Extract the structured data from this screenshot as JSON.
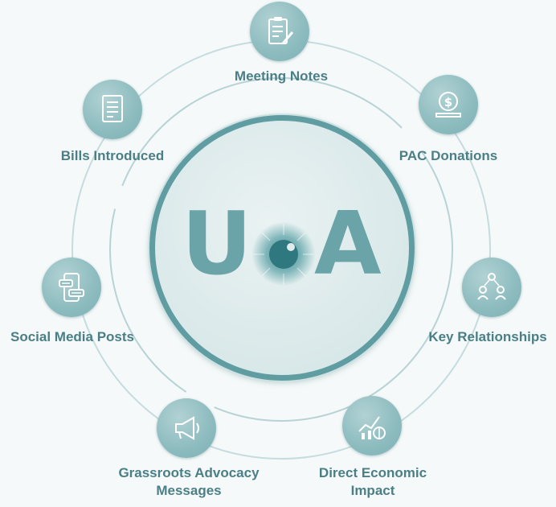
{
  "logo": {
    "letter_left": "U",
    "letter_right": "A",
    "eye_icon": "eye-icon"
  },
  "nodes": [
    {
      "label": "Meeting Notes",
      "icon": "clipboard-pencil-icon"
    },
    {
      "label": "PAC Donations",
      "icon": "dollar-coin-icon"
    },
    {
      "label": "Key Relationships",
      "icon": "people-network-icon"
    },
    {
      "label": "Direct Economic Impact",
      "line1": "Direct Economic",
      "line2": "Impact",
      "icon": "chart-growth-icon"
    },
    {
      "label": "Grassroots Advocacy Messages",
      "line1": "Grassroots Advocacy",
      "line2": "Messages",
      "icon": "megaphone-icon"
    },
    {
      "label": "Social Media Posts",
      "icon": "phone-chat-icon"
    },
    {
      "label": "Bills Introduced",
      "icon": "document-list-icon"
    }
  ],
  "colors": {
    "teal_dark": "#5f9da2",
    "teal_node": "#8fbdc0",
    "label": "#4a7f86",
    "background": "#f5f9f9"
  }
}
